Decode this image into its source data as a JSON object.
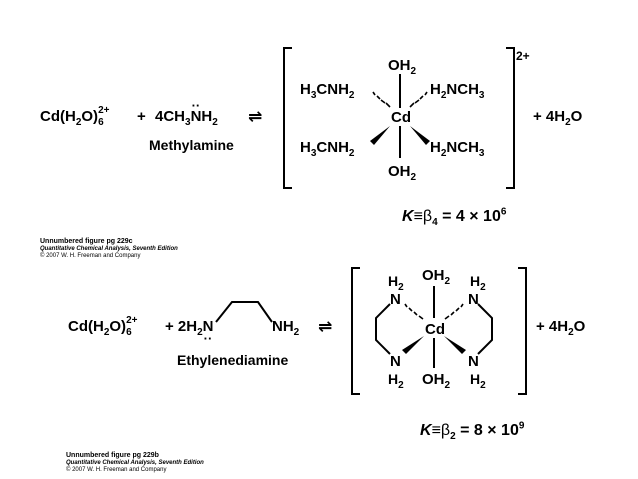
{
  "reaction1": {
    "reactant_cd": "Cd(H",
    "reactant_cd_2": "O)",
    "reactant_cd_sub2": "2",
    "reactant_cd_sub6": "6",
    "reactant_cd_charge": "2+",
    "plus": "+",
    "ligand_pre": "4CH",
    "ligand_sub": "3",
    "ligand_N": "N",
    "ligand_H": "H",
    "ligand_sub2": "2",
    "ligand_dots": "··",
    "ligand_name": "Methylamine",
    "equilibrium": "⇌",
    "complex_charge": "2+",
    "product_water": "+ 4H",
    "product_water_sub": "2",
    "product_water_end": "O",
    "k_label": "K",
    "k_equiv": "≡",
    "k_beta": "β",
    "k_beta_sub": "4",
    "k_value": "= 4 × 10",
    "k_exp": "6",
    "caption_title": "Unnumbered figure pg 229c",
    "caption_book": "Quantitative Chemical Analysis, Seventh Edition",
    "caption_copy": "© 2007 W. H. Freeman and Company"
  },
  "complex1": {
    "metal": "Cd",
    "oh2_top": "OH",
    "oh2_top_sub": "2",
    "oh2_bottom": "OH",
    "oh2_bottom_sub": "2",
    "ul_pre": "H",
    "ul_sub": "3",
    "ul_mid": "CNH",
    "ul_sub2": "2",
    "ur_pre": "H",
    "ur_sub": "2",
    "ur_mid": "NCH",
    "ur_sub2": "3",
    "ll_pre": "H",
    "ll_sub": "3",
    "ll_mid": "CNH",
    "ll_sub2": "2",
    "lr_pre": "H",
    "lr_sub": "2",
    "lr_mid": "NCH",
    "lr_sub2": "3"
  },
  "reaction2": {
    "reactant_cd": "Cd(H",
    "reactant_cd_2": "O)",
    "reactant_cd_sub2": "2",
    "reactant_cd_sub6": "6",
    "reactant_cd_charge": "2+",
    "plus_ligand": "+ 2H",
    "ligand_sub": "2",
    "ligand_N": "N",
    "ligand_NH": "NH",
    "ligand_NH_sub": "2",
    "ligand_dots": "··",
    "ligand_name": "Ethylenediamine",
    "equilibrium": "⇌",
    "product_water": "+ 4H",
    "product_water_sub": "2",
    "product_water_end": "O",
    "k_label": "K",
    "k_equiv": "≡",
    "k_beta": "β",
    "k_beta_sub": "2",
    "k_value": "= 8 × 10",
    "k_exp": "9",
    "caption_title": "Unnumbered figure pg 229b",
    "caption_book": "Quantitative Chemical Analysis, Seventh Edition",
    "caption_copy": "© 2007 W. H. Freeman and Company"
  },
  "complex2": {
    "metal": "Cd",
    "oh2_top": "OH",
    "oh2_top_sub": "2",
    "oh2_bottom": "OH",
    "oh2_bottom_sub": "2",
    "n_label": "N",
    "h2": "H",
    "h2_sub": "2"
  }
}
